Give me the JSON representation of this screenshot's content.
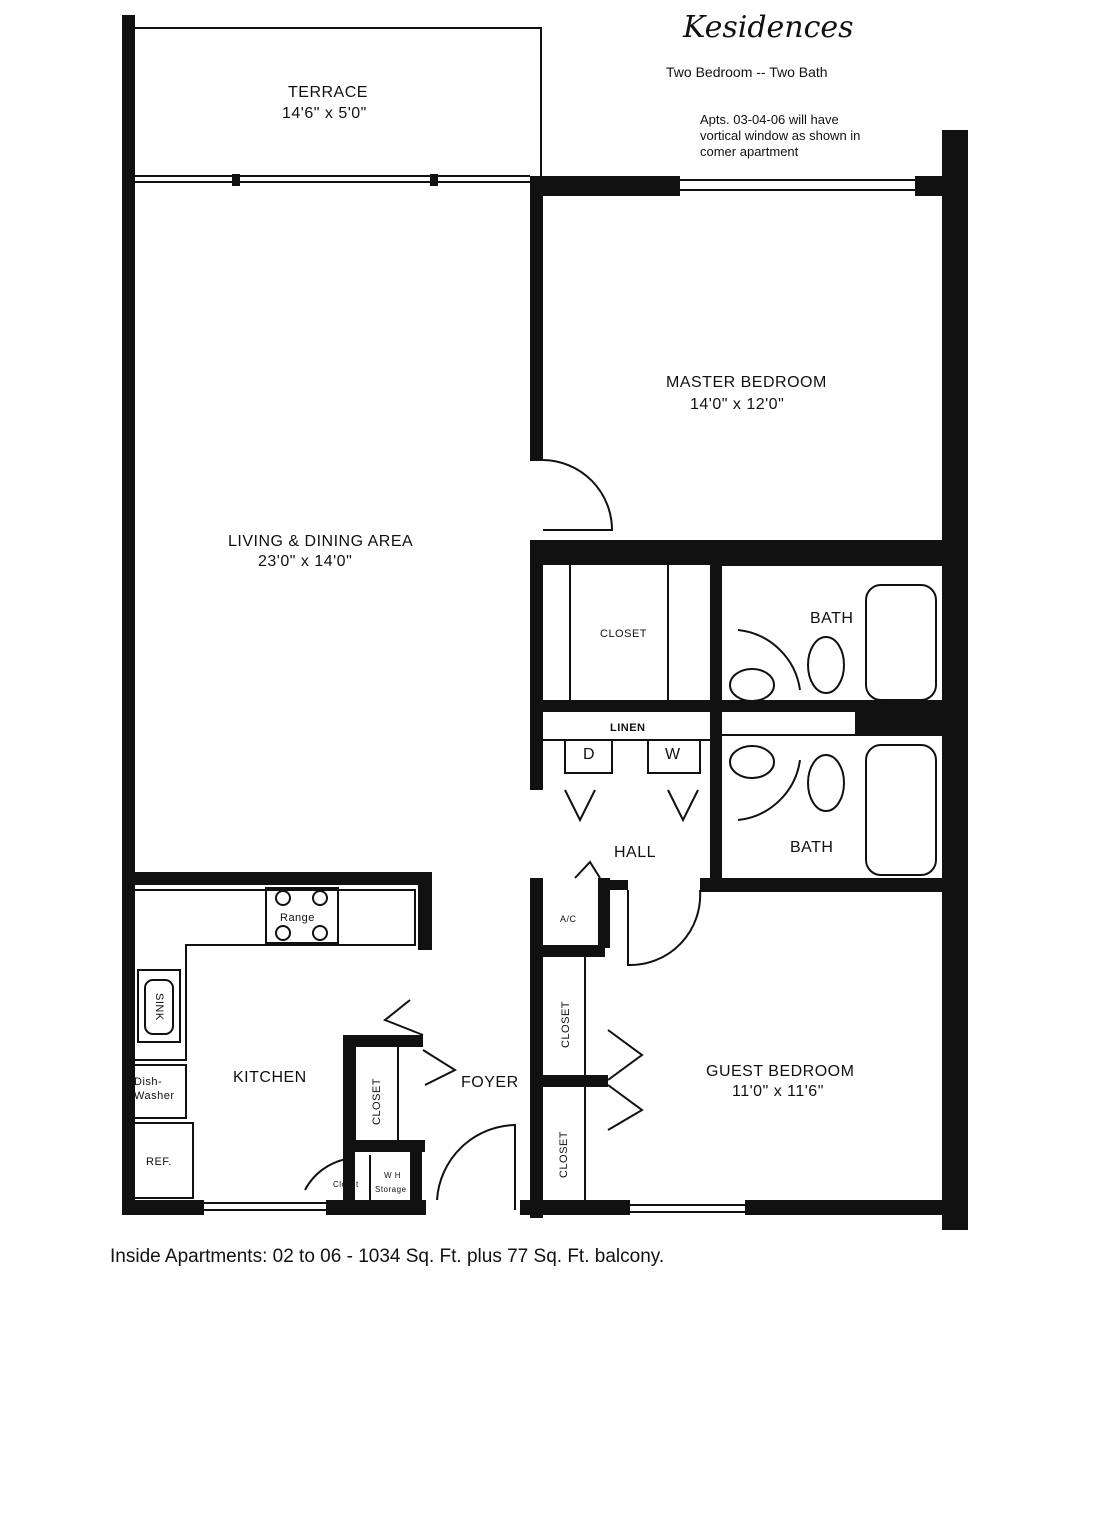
{
  "header": {
    "title": "Kesidences",
    "subtitle": "Two Bedroom -- Two Bath",
    "note_lines": [
      "Apts. 03-04-06 will have",
      "vortical window as shown in",
      "comer apartment"
    ]
  },
  "rooms": {
    "terrace": {
      "name": "TERRACE",
      "size": "14'6\" x 5'0\""
    },
    "master_bedroom": {
      "name": "MASTER BEDROOM",
      "size": "14'0\"  x 12'0\""
    },
    "living": {
      "name": "LIVING & DINING AREA",
      "size": "23'0\" x 14'0\""
    },
    "guest_bedroom": {
      "name": "GUEST BEDROOM",
      "size": "11'0\" x 11'6\""
    },
    "kitchen": {
      "name": "KITCHEN"
    },
    "foyer": {
      "name": "FOYER"
    },
    "hall": {
      "name": "HALL"
    },
    "bath1": {
      "name": "BATH"
    },
    "bath2": {
      "name": "BATH"
    },
    "linen": {
      "name": "LINEN"
    },
    "closet_master": {
      "name": "CLOSET"
    },
    "closet_guest1": {
      "name": "CLOSET"
    },
    "closet_guest2": {
      "name": "CLOSET"
    },
    "closet_foyer": {
      "name": "CLOSET"
    },
    "ac": {
      "name": "A/C"
    }
  },
  "fixtures": {
    "range": "Range",
    "sink": "SINK",
    "dishwasher": [
      "Dish-",
      "Washer"
    ],
    "ref": "REF.",
    "dryer": "D",
    "washer": "W",
    "closet_small": "Closet",
    "wh_storage": [
      "W H",
      "Storage"
    ]
  },
  "footer": "Inside Apartments: 02 to 06 - 1034 Sq. Ft. plus 77 Sq. Ft. balcony."
}
